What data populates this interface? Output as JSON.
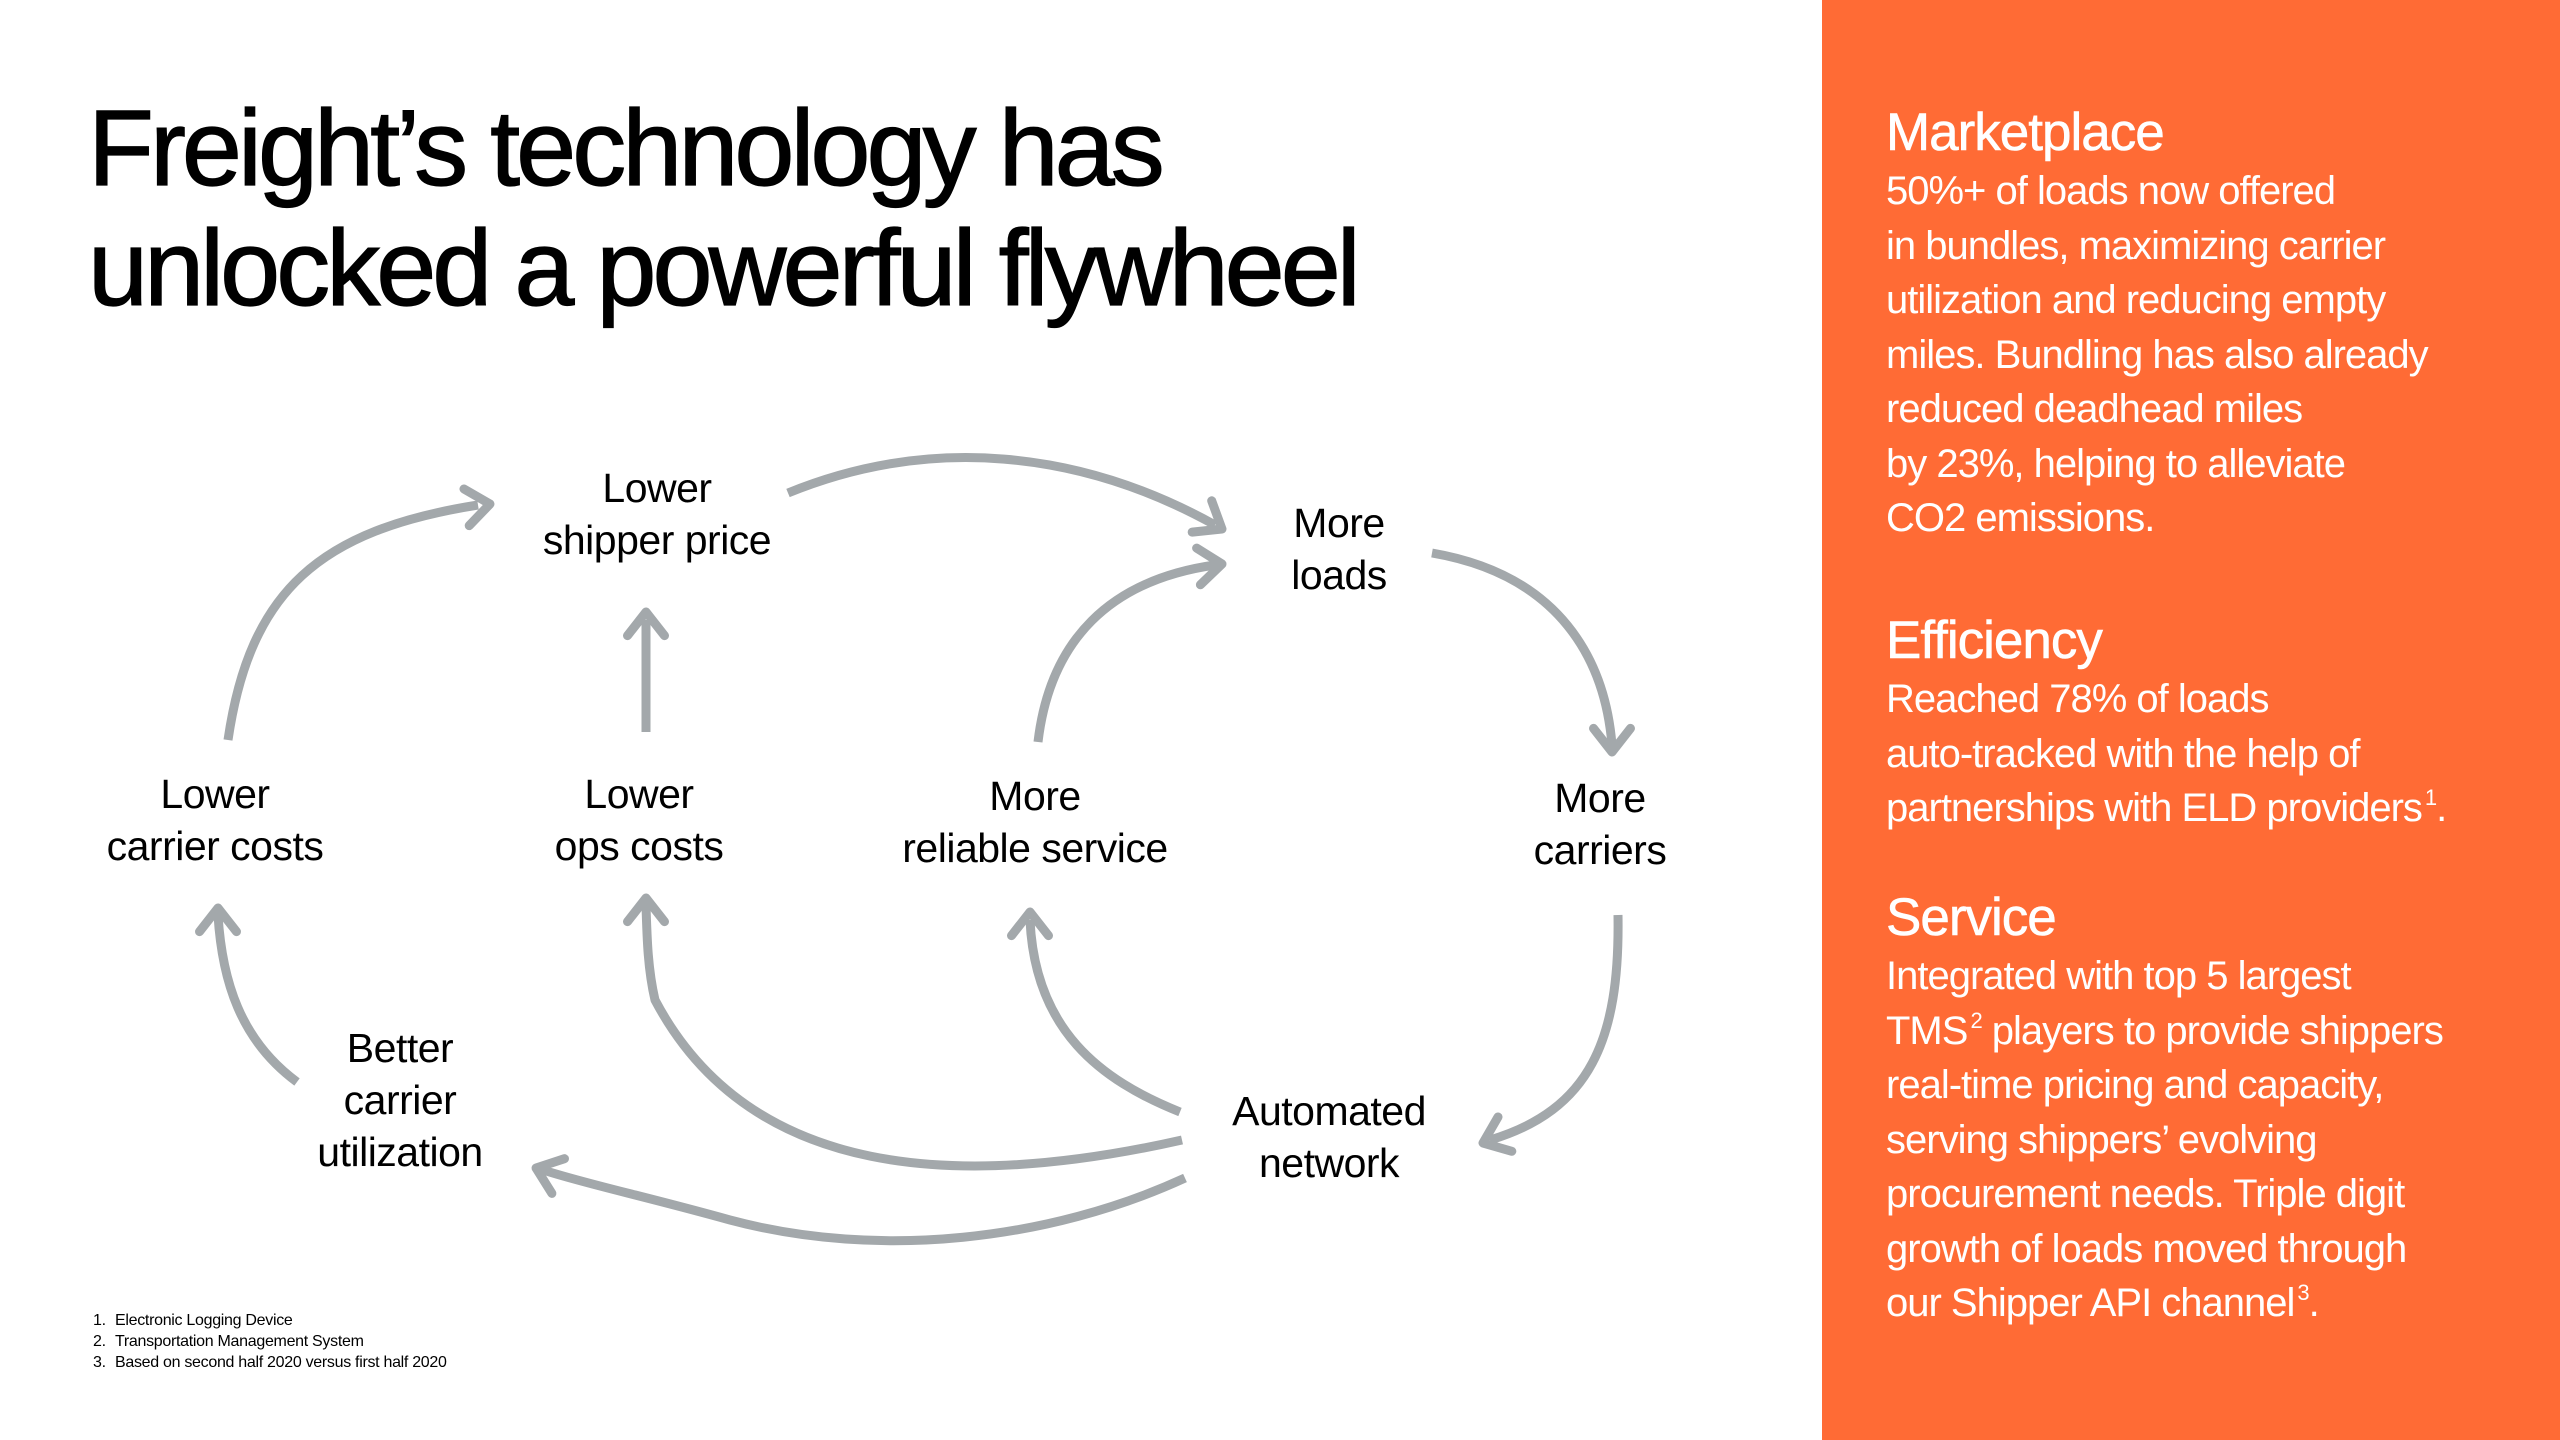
{
  "title": {
    "lines": [
      "Freight’s technology has",
      "unlocked a powerful flywheel"
    ]
  },
  "diagram": {
    "arrow_color": "#a3a8ab",
    "nodes": [
      {
        "id": "lower-shipper-price",
        "lines": [
          "Lower",
          "shipper price"
        ]
      },
      {
        "id": "more-loads",
        "lines": [
          "More",
          "loads"
        ]
      },
      {
        "id": "more-carriers",
        "lines": [
          "More",
          "carriers"
        ]
      },
      {
        "id": "automated-network",
        "lines": [
          "Automated",
          "network"
        ]
      },
      {
        "id": "better-carrier-utilization",
        "lines": [
          "Better",
          "carrier",
          "utilization"
        ]
      },
      {
        "id": "lower-carrier-costs",
        "lines": [
          "Lower",
          "carrier costs"
        ]
      },
      {
        "id": "lower-ops-costs",
        "lines": [
          "Lower",
          "ops costs"
        ]
      },
      {
        "id": "more-reliable-service",
        "lines": [
          "More",
          "reliable service"
        ]
      }
    ],
    "edges": [
      {
        "from": "lower-carrier-costs",
        "to": "lower-shipper-price"
      },
      {
        "from": "lower-ops-costs",
        "to": "lower-shipper-price"
      },
      {
        "from": "lower-shipper-price",
        "to": "more-loads"
      },
      {
        "from": "more-reliable-service",
        "to": "more-loads"
      },
      {
        "from": "more-loads",
        "to": "more-carriers"
      },
      {
        "from": "more-carriers",
        "to": "automated-network"
      },
      {
        "from": "automated-network",
        "to": "more-reliable-service"
      },
      {
        "from": "automated-network",
        "to": "lower-ops-costs"
      },
      {
        "from": "automated-network",
        "to": "better-carrier-utilization"
      },
      {
        "from": "better-carrier-utilization",
        "to": "lower-carrier-costs"
      }
    ]
  },
  "footnotes": [
    {
      "num": "1.",
      "text": "Electronic Logging Device"
    },
    {
      "num": "2.",
      "text": "Transportation Management System"
    },
    {
      "num": "3.",
      "text": "Based on second half 2020 versus first half 2020"
    }
  ],
  "panel": {
    "background": "#ff6b35",
    "sections": [
      {
        "heading": "Marketplace",
        "lines": [
          "50%+ of loads now offered",
          "in bundles, maximizing carrier",
          "utilization and reducing empty",
          "miles. Bundling has also already",
          "reduced deadhead miles",
          "by 23%, helping to alleviate",
          "CO2 emissions."
        ]
      },
      {
        "heading": "Efficiency",
        "lines": [
          "Reached 78% of loads",
          "auto-tracked with the help of",
          "partnerships with ELD providers"
        ],
        "last_line_sup": "1",
        "last_line_end": "."
      },
      {
        "heading": "Service",
        "line1": "Integrated with top 5 largest",
        "line2_a": "TMS",
        "line2_sup": "2",
        "line2_b": " players to provide shippers",
        "lines_mid": [
          "real-time pricing and capacity,",
          "serving shippers’ evolving",
          "procurement needs. Triple digit",
          "growth of loads moved through"
        ],
        "last_line": "our Shipper API channel",
        "last_line_sup": "3",
        "last_line_end": "."
      }
    ]
  }
}
